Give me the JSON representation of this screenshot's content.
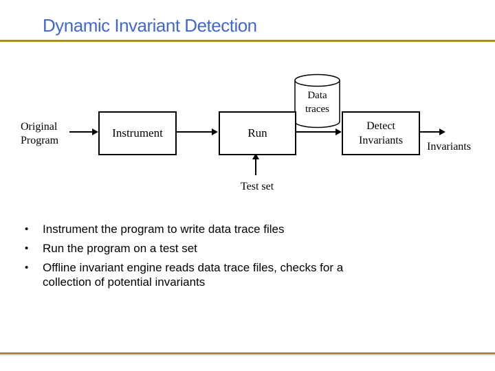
{
  "slide": {
    "title": "Dynamic Invariant Detection",
    "title_color": "#4368c9",
    "accent_gold": "#a9842f",
    "diagram_line_color": "#000000"
  },
  "diagram": {
    "original_program": [
      "Original",
      "Program"
    ],
    "instrument": "Instrument",
    "run": "Run",
    "data_traces": [
      "Data",
      "traces"
    ],
    "detect_invariants": [
      "Detect",
      "Invariants"
    ],
    "invariants_output": "Invariants",
    "test_set": "Test set"
  },
  "bullets": {
    "marker": "•",
    "items": [
      "Instrument the program to write data trace files",
      "Run the program on a test set",
      "Offline invariant engine reads data trace files, checks for a collection of potential invariants"
    ]
  }
}
